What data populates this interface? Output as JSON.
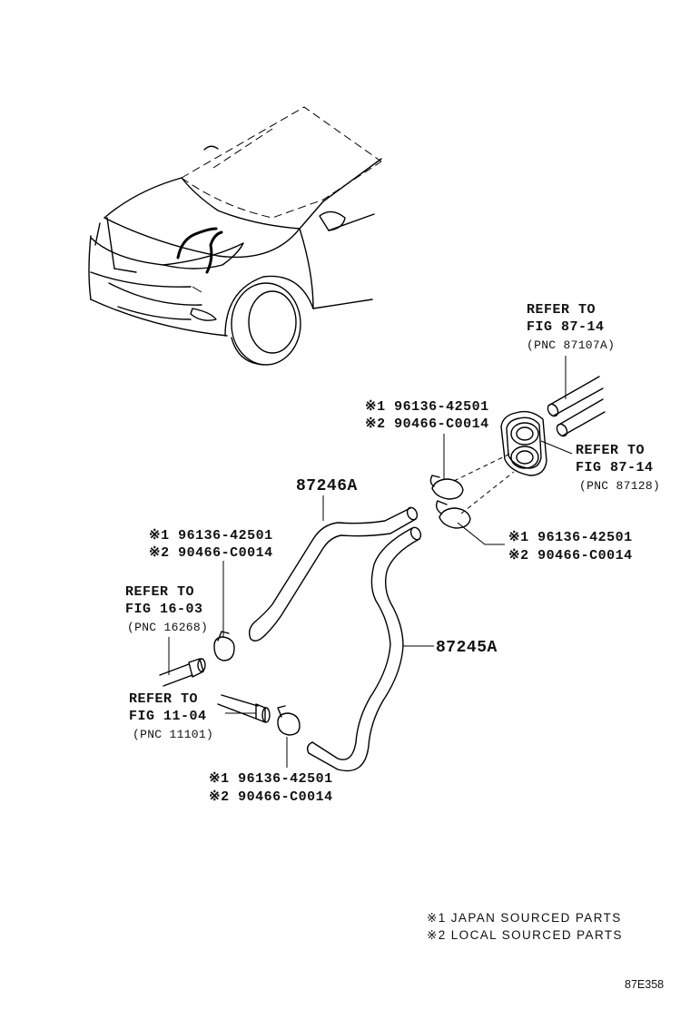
{
  "diagram": {
    "code": "87E358",
    "hose_upper": {
      "part_number": "87246A"
    },
    "hose_lower": {
      "part_number": "87245A"
    },
    "clamps": {
      "top": {
        "line1": "※1 96136-42501",
        "line2": "※2 90466-C0014"
      },
      "right": {
        "line1": "※1 96136-42501",
        "line2": "※2 90466-C0014"
      },
      "left": {
        "line1": "※1 96136-42501",
        "line2": "※2 90466-C0014"
      },
      "bottom": {
        "line1": "※1 96136-42501",
        "line2": "※2 90466-C0014"
      }
    },
    "refs": {
      "fig_87_14_a": {
        "line1": "REFER TO",
        "line2": "FIG 87-14",
        "line3": "(PNC 87107A)"
      },
      "fig_87_14_b": {
        "line1": "REFER TO",
        "line2": "FIG 87-14",
        "line3": "(PNC 87128)"
      },
      "fig_16_03": {
        "line1": "REFER TO",
        "line2": "FIG 16-03",
        "line3": "(PNC 16268)"
      },
      "fig_11_04": {
        "line1": "REFER TO",
        "line2": "FIG 11-04",
        "line3": "(PNC 11101)"
      }
    },
    "legend": [
      "※1 JAPAN SOURCED PARTS",
      "※2 LOCAL SOURCED PARTS"
    ]
  }
}
